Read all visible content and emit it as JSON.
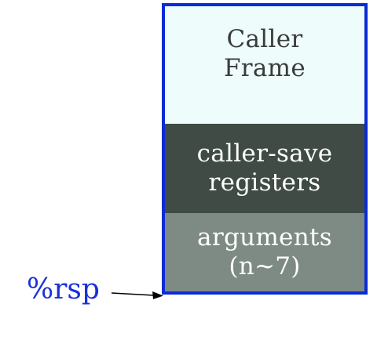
{
  "diagram": {
    "segments": [
      {
        "lines": [
          "Caller",
          "Frame"
        ],
        "color": "#eefcfc",
        "text_color": "#3b3b3b"
      },
      {
        "lines": [
          "caller-save",
          "registers"
        ],
        "color": "#3f4b44",
        "text_color": "#ffffff"
      },
      {
        "lines": [
          "arguments",
          "(n~7)"
        ],
        "color": "#7e8a84",
        "text_color": "#ffffff"
      }
    ],
    "border_color": "#0a2bd6",
    "pointer": {
      "label": "%rsp",
      "color": "#1a2fd8"
    }
  }
}
